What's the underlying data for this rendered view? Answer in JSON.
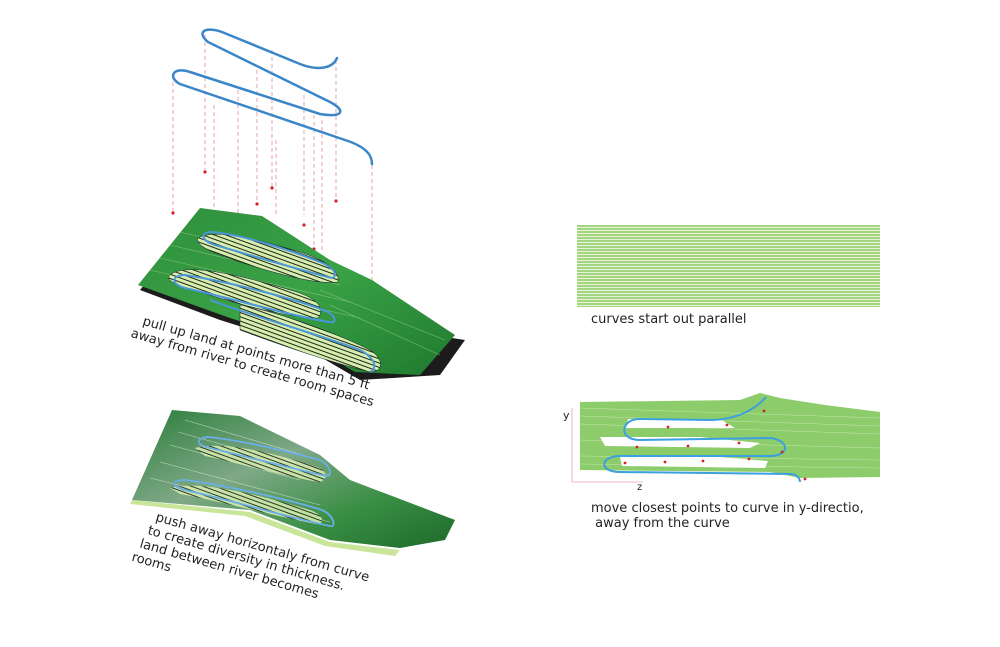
{
  "captions": {
    "pull_up": [
      "pull up land at points more than 5 ft",
      "away from river to create room spaces"
    ],
    "push_away": [
      "push away horizontaly from curve",
      "to create diversity in thickness.",
      "land between river becomes",
      "rooms"
    ],
    "parallel": "curves start out parallel",
    "move_points": [
      "move closest points to curve in y-directio,",
      " away from the curve"
    ]
  },
  "axes": {
    "y_label": "y",
    "z_label": "z"
  },
  "colors": {
    "river": "#3a86c8",
    "terrain_dark": "#1f7a2e",
    "terrain_mid": "#3aa246",
    "terrain_light": "#c9e59a",
    "contour_green": "#8ccc6a",
    "guide_line": "#e8a0b0",
    "point": "#d8202a"
  }
}
